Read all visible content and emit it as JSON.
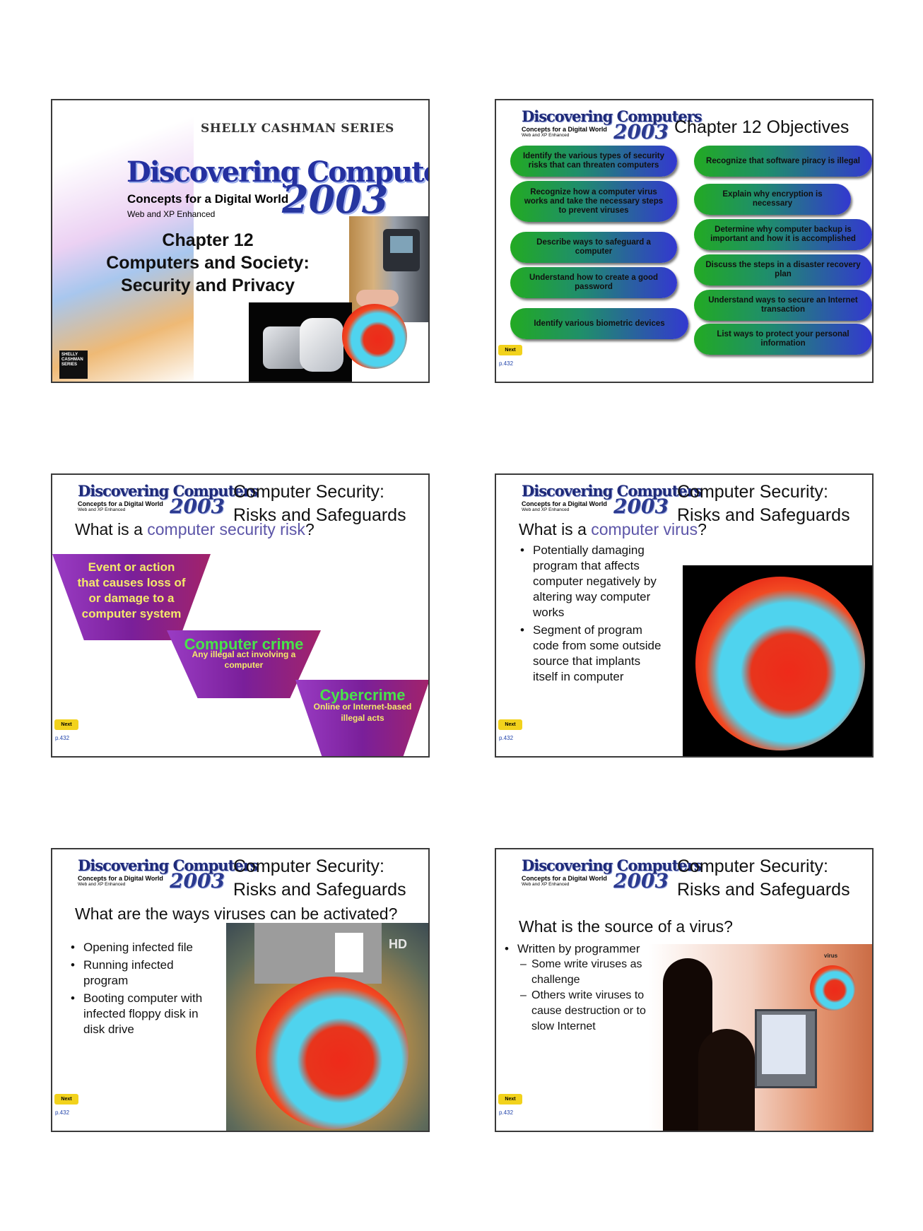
{
  "next_label": "Next",
  "slide1": {
    "series": "SHELLY CASHMAN SERIES",
    "logo_text": "Discovering Computers",
    "logo_year": "2003",
    "subtitle": "Concepts for a Digital World",
    "subtitle2": "Web and XP Enhanced",
    "title": [
      "Chapter 12",
      "Computers and Society:",
      "Security and Privacy"
    ],
    "badge": "SHELLY CASHMAN SERIES"
  },
  "logo": {
    "text": "Discovering Computers",
    "year": "2003",
    "line2": "Concepts for a Digital World",
    "line3": "Web and XP Enhanced"
  },
  "slide2": {
    "title": "Chapter 12 Objectives",
    "page": "p.432",
    "left": [
      "Identify the various types of security risks that can threaten computers",
      "Recognize how a computer virus works and take the necessary steps to prevent viruses",
      "Describe ways to safeguard a computer",
      "Understand how to create a good password",
      "Identify various biometric devices"
    ],
    "right": [
      "Recognize that software piracy is illegal",
      "Explain why encryption is necessary",
      "Determine why computer backup is important and how it is accomplished",
      "Discuss the steps in a disaster recovery plan",
      "Understand ways to secure an Internet transaction",
      "List ways to protect your personal information"
    ]
  },
  "slide3": {
    "title": [
      "Computer Security:",
      "Risks and Safeguards"
    ],
    "question_pre": "What is a ",
    "question_hl": "computer security risk",
    "question_post": "?",
    "box1": "Event or action that causes loss of or damage to a computer system",
    "box2_title": "Computer crime",
    "box2_text": "Any illegal act involving a computer",
    "box3_title": "Cybercrime",
    "box3_text": "Online or Internet-based illegal acts",
    "page": "p.432"
  },
  "slide4": {
    "title": [
      "Computer Security:",
      "Risks and Safeguards"
    ],
    "question_pre": "What is a ",
    "question_hl": "computer virus",
    "question_post": "?",
    "bullets": [
      "Potentially damaging program that affects computer negatively by altering way computer works",
      "Segment of program code from some outside source that implants itself in computer"
    ],
    "page": "p.432"
  },
  "slide5": {
    "title": [
      "Computer Security:",
      "Risks and Safeguards"
    ],
    "question": "What are the ways viruses can be activated?",
    "bullets": [
      "Opening infected file",
      "Running infected program",
      "Booting computer with infected floppy disk in disk drive"
    ],
    "disk_label": "HD",
    "page": "p.432"
  },
  "slide6": {
    "title": [
      "Computer Security:",
      "Risks and Safeguards"
    ],
    "question": "What is the source of a virus?",
    "bullet": "Written by programmer",
    "sub": [
      "Some write viruses as challenge",
      "Others write viruses to cause destruction or to slow Internet"
    ],
    "virus_label": "virus",
    "page": "p.432"
  }
}
